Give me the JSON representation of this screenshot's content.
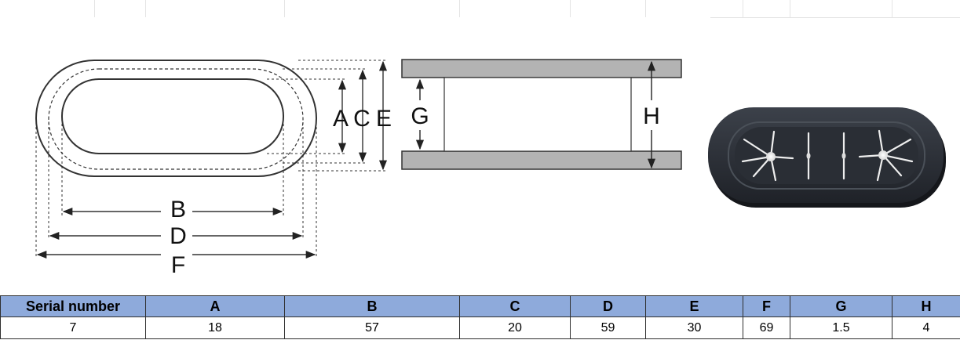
{
  "drawing": {
    "dimension_labels": {
      "A": "A",
      "B": "B",
      "C": "C",
      "D": "D",
      "E": "E",
      "F": "F",
      "G": "G",
      "H": "H"
    }
  },
  "table": {
    "headers": [
      "Serial number",
      "A",
      "B",
      "C",
      "D",
      "E",
      "F",
      "G",
      "H"
    ],
    "rows": [
      [
        "7",
        "18",
        "57",
        "20",
        "59",
        "30",
        "69",
        "1.5",
        "4"
      ]
    ]
  },
  "colors": {
    "header_background": "#8eaadb",
    "panel_fill": "#b3b3b3",
    "grommet_body": "#2b2f36"
  }
}
